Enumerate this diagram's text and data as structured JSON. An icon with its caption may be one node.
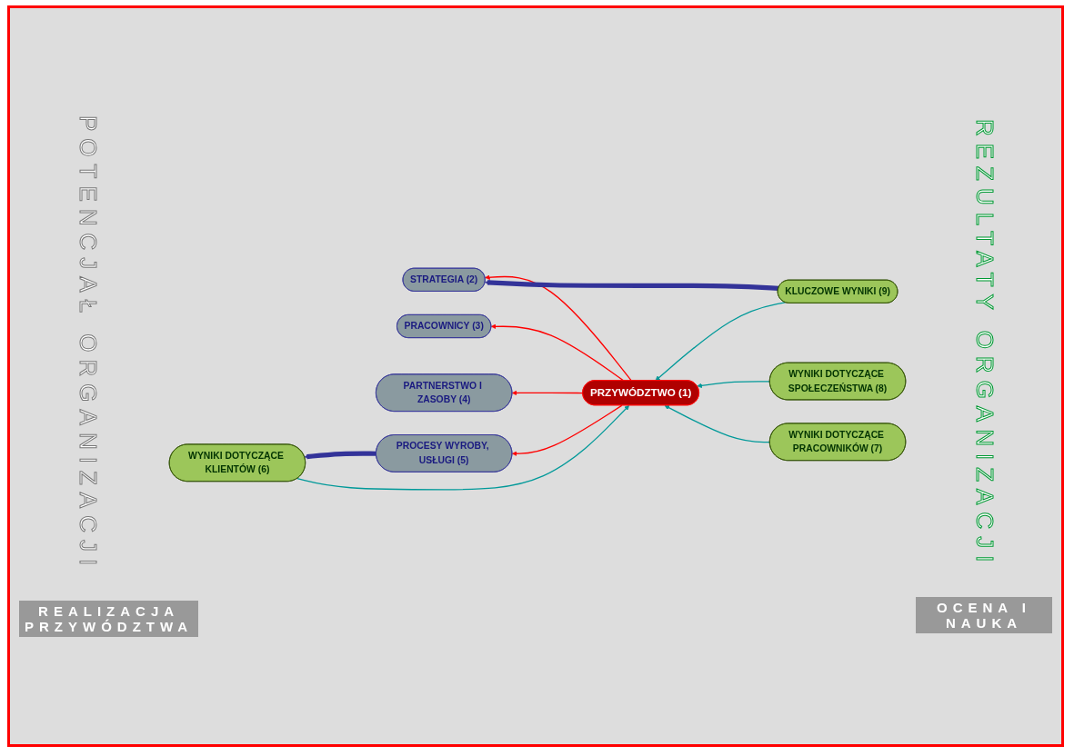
{
  "diagram": {
    "nodes": [
      {
        "text": [
          "PRZYWÓDZTWO (1)"
        ]
      },
      {
        "text": [
          "STRATEGIA (2)"
        ]
      },
      {
        "text": [
          "PRACOWNICY (3)"
        ]
      },
      {
        "text": [
          "PARTNERSTWO I ZASOBY (4)"
        ]
      },
      {
        "text": [
          "PROCESY WYROBY, USŁUGI (5)"
        ]
      },
      {
        "text": [
          "KLUCZOWE WYNIKI (9)"
        ]
      },
      {
        "text": [
          "WYNIKI DOTYCZĄCE SPOŁECZEŃSTWA (8)"
        ]
      },
      {
        "text": [
          "WYNIKI DOTYCZĄCE PRACOWNIKÓW (7)"
        ]
      },
      {
        "text": [
          "WYNIKI DOTYCZĄCE KLIENTÓW (6)"
        ]
      }
    ],
    "edges": [
      {
        "from": 0,
        "to": 1,
        "arrow": "to",
        "color": "#ff0000"
      },
      {
        "from": 0,
        "to": 2,
        "arrow": "to",
        "color": "#ff0000"
      },
      {
        "from": 0,
        "to": 3,
        "arrow": "to",
        "color": "#ff0000"
      },
      {
        "from": 0,
        "to": 4,
        "arrow": "to",
        "color": "#ff0000"
      },
      {
        "from": 5,
        "to": 0,
        "arrow": "to",
        "color": "#009999"
      },
      {
        "from": 6,
        "to": 0,
        "arrow": "to",
        "color": "#009999"
      },
      {
        "from": 7,
        "to": 0,
        "arrow": "to",
        "color": "#009999"
      },
      {
        "from": 8,
        "to": 0,
        "arrow": "to",
        "color": "#009999"
      },
      {
        "from": 4,
        "to": 8,
        "arrow": "to",
        "style": "thick",
        "color": "#333399"
      },
      {
        "from": 5,
        "to": 1,
        "arrow": "to",
        "style": "thick",
        "color": "#333399"
      }
    ],
    "labels": [
      "POTENCJAŁ ORGANIZACJI",
      "REZULTATY ORGANIZACJI",
      "REALIZACJA PRZYWÓDZTWA",
      "OCENA I NAUKA"
    ]
  }
}
